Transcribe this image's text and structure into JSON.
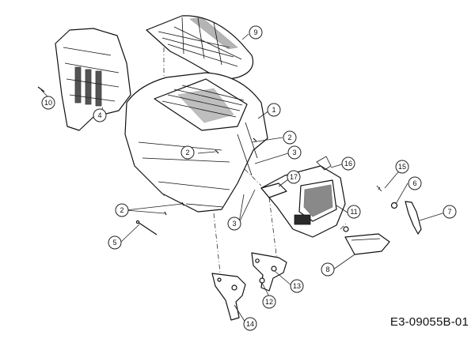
{
  "diagram_code": "E3-09055B-01",
  "callouts": [
    {
      "id": "1",
      "label": "1"
    },
    {
      "id": "2a",
      "label": "2"
    },
    {
      "id": "2b",
      "label": "2"
    },
    {
      "id": "2c",
      "label": "2"
    },
    {
      "id": "3a",
      "label": "3"
    },
    {
      "id": "3b",
      "label": "3"
    },
    {
      "id": "4",
      "label": "4"
    },
    {
      "id": "5",
      "label": "5"
    },
    {
      "id": "6",
      "label": "6"
    },
    {
      "id": "7",
      "label": "7"
    },
    {
      "id": "8",
      "label": "8"
    },
    {
      "id": "9",
      "label": "9"
    },
    {
      "id": "10",
      "label": "10"
    },
    {
      "id": "11",
      "label": "11"
    },
    {
      "id": "12",
      "label": "12"
    },
    {
      "id": "13",
      "label": "13"
    },
    {
      "id": "14",
      "label": "14"
    },
    {
      "id": "15",
      "label": "15"
    },
    {
      "id": "16",
      "label": "16"
    },
    {
      "id": "17",
      "label": "17"
    }
  ]
}
